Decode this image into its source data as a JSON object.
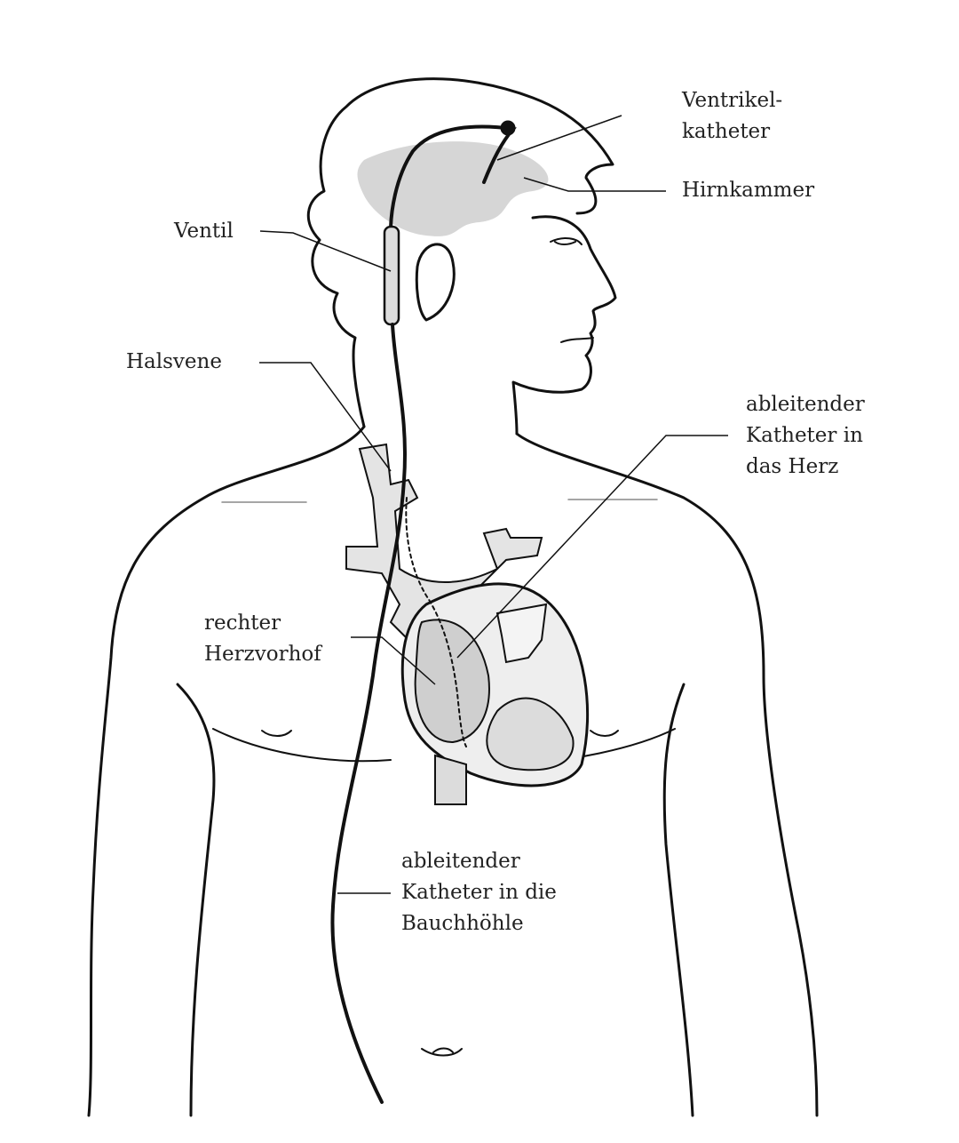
{
  "labels": {
    "ventricular_catheter": [
      "Ventrikel-",
      "katheter"
    ],
    "brain_ventricle": "Hirnkammer",
    "valve": "Ventil",
    "jugular_vein": "Halsvene",
    "catheter_heart": [
      "ableitender",
      "Katheter in",
      "das Herz"
    ],
    "right_atrium": [
      "rechter",
      "Herzvorhof"
    ],
    "catheter_abdomen": [
      "ableitender",
      "Katheter in die",
      "Bauchhöhle"
    ]
  },
  "colors": {
    "line": "#111111",
    "shade": "#d6d6d6",
    "vessel": "#e4e4e4"
  }
}
